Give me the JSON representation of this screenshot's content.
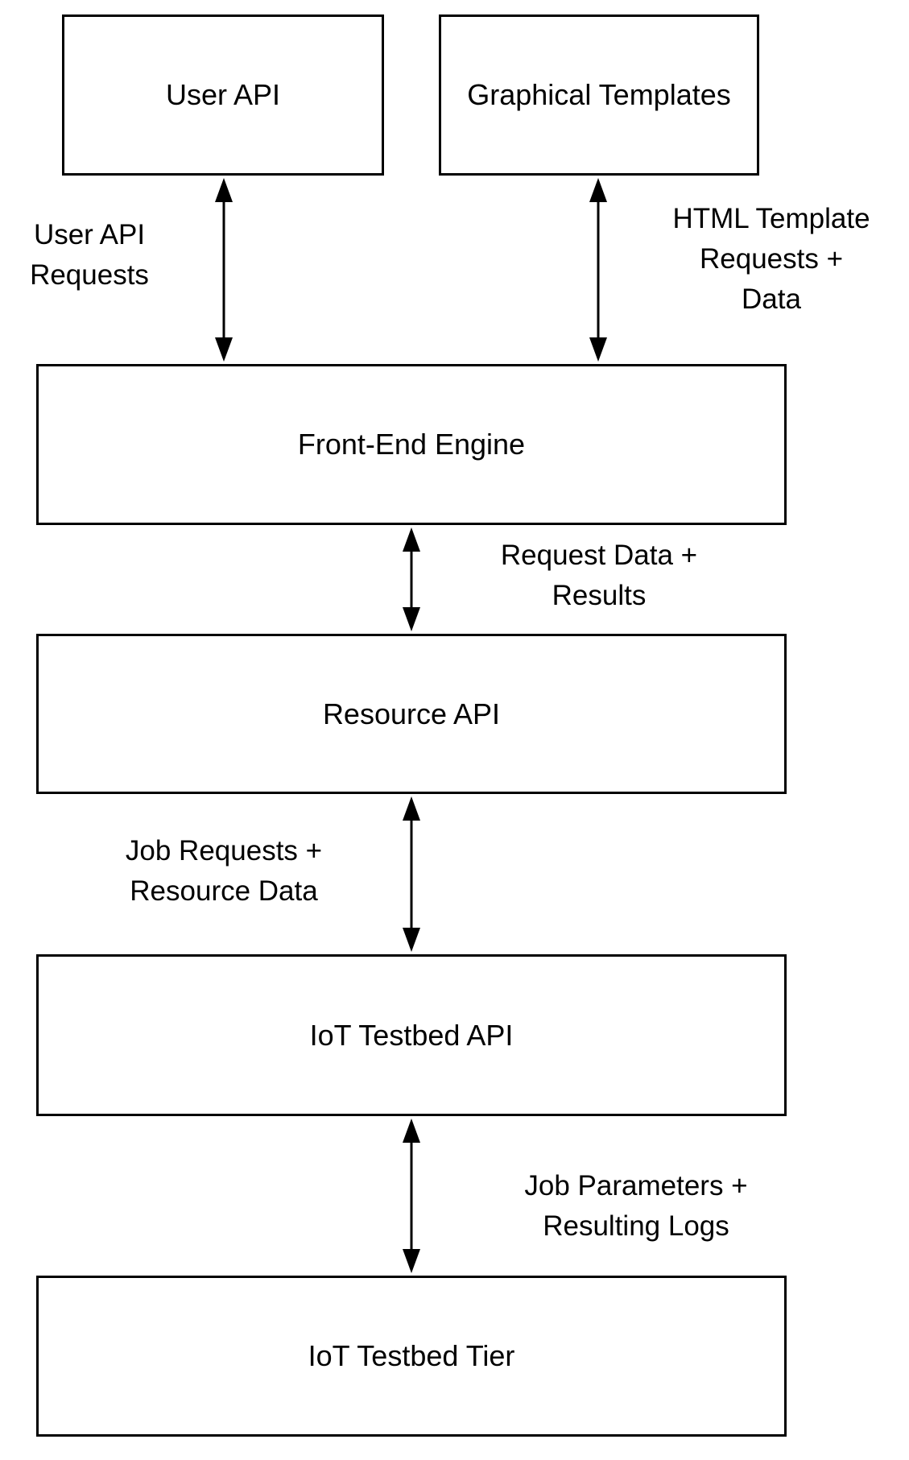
{
  "diagram": {
    "type": "block-architecture",
    "background_color": "#ffffff",
    "line_color": "#000000",
    "text_color": "#000000",
    "nodes": [
      {
        "id": "user-api",
        "label": "User API"
      },
      {
        "id": "graphical-templates",
        "label": "Graphical Templates"
      },
      {
        "id": "front-end-engine",
        "label": "Front-End Engine"
      },
      {
        "id": "resource-api",
        "label": "Resource API"
      },
      {
        "id": "iot-testbed-api",
        "label": "IoT Testbed API"
      },
      {
        "id": "iot-testbed-tier",
        "label": "IoT Testbed Tier"
      }
    ],
    "edges": [
      {
        "from": "user-api",
        "to": "front-end-engine",
        "direction": "bidirectional",
        "label": "User API\nRequests"
      },
      {
        "from": "graphical-templates",
        "to": "front-end-engine",
        "direction": "bidirectional",
        "label": "HTML Template\nRequests +\nData"
      },
      {
        "from": "front-end-engine",
        "to": "resource-api",
        "direction": "bidirectional",
        "label": "Request Data +\nResults"
      },
      {
        "from": "resource-api",
        "to": "iot-testbed-api",
        "direction": "bidirectional",
        "label": "Job Requests +\nResource Data"
      },
      {
        "from": "iot-testbed-api",
        "to": "iot-testbed-tier",
        "direction": "bidirectional",
        "label": "Job Parameters +\nResulting Logs"
      }
    ]
  }
}
